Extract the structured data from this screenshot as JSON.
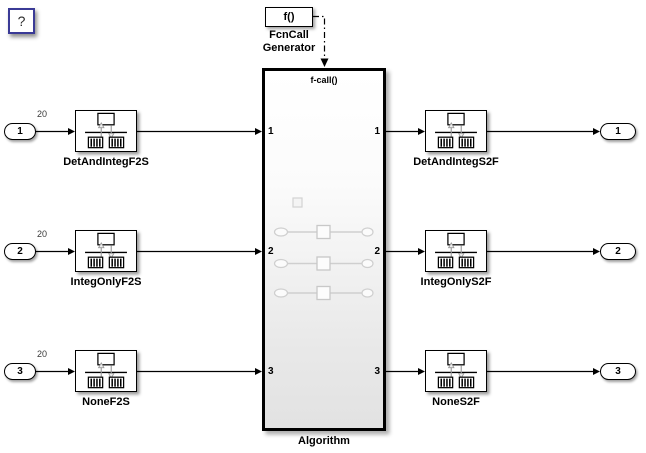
{
  "app": {
    "help_button_label": "?"
  },
  "diagram": {
    "fcn_generator": {
      "block_text": "f()",
      "name_line1": "FcnCall",
      "name_line2": "Generator"
    },
    "algorithm": {
      "name": "Algorithm",
      "trigger_port_label": "f-call()",
      "input_port_numbers": [
        "1",
        "2",
        "3"
      ],
      "output_port_numbers": [
        "1",
        "2",
        "3"
      ]
    },
    "rows": [
      {
        "input_port": "1",
        "signal_width": "20",
        "left_block_name": "DetAndIntegF2S",
        "right_block_name": "DetAndIntegS2F",
        "output_port": "1"
      },
      {
        "input_port": "2",
        "signal_width": "20",
        "left_block_name": "IntegOnlyF2S",
        "right_block_name": "IntegOnlyS2F",
        "output_port": "2"
      },
      {
        "input_port": "3",
        "signal_width": "20",
        "left_block_name": "NoneF2S",
        "right_block_name": "NoneS2F",
        "output_port": "3"
      }
    ],
    "colors": {
      "wire": "#000000",
      "help_border": "#3a3a96",
      "watermark": "#cfcfcf",
      "algorithm_bottom": "#e2e2e2"
    }
  }
}
